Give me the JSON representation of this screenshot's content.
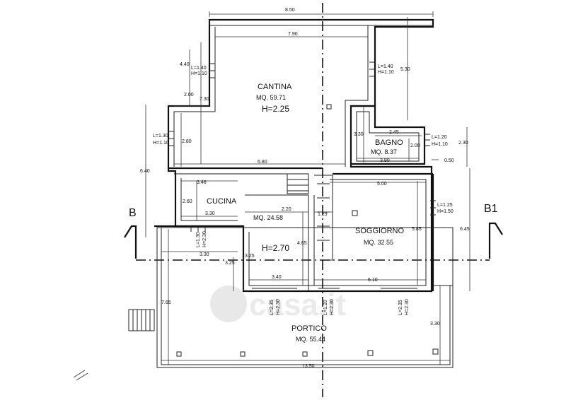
{
  "rooms": {
    "cantina": {
      "name": "CANTINA",
      "area": "MQ. 59.71",
      "height": "H=2.25"
    },
    "bagno": {
      "name": "BAGNO",
      "area": "MQ. 8.37"
    },
    "cucina": {
      "name": "CUCINA",
      "area": "MQ. 24.58",
      "height": "H=2.70"
    },
    "soggiorno": {
      "name": "SOGGIORNO",
      "area": "MQ. 32.55"
    },
    "portico": {
      "name": "PORTICO",
      "area": "MQ. 55.44"
    }
  },
  "section_marks": {
    "left": "B",
    "right": "B1"
  },
  "dimensions": {
    "top_width": "8.50",
    "cantina_width": "7.90",
    "left_4_40": "4.40",
    "right_5_30": "5.30",
    "left_2_00": "2.00",
    "cantina_depth": "7.30",
    "left_2_80": "2.80",
    "left_6_40": "6.40",
    "cantina_bottom": "6.80",
    "bagno_2_45": "2.45",
    "bagno_3_30": "3.30",
    "bagno_2_00": "2.00",
    "bagno_3_80": "3.80",
    "right_0_50": "0.50",
    "right_2_30": "2.30",
    "cucina_3_46": "3.46",
    "cucina_2_60": "2.60",
    "cucina_3_30": "3.30",
    "cucina_2_20": "2.20",
    "stair_1_29": "1.29",
    "soggiorno_5_00": "5.00",
    "soggiorno_5_85": "5.85",
    "right_6_45": "6.45",
    "left_3_30": "3.30",
    "left_3_25a": "3.25",
    "left_3_25b": "3.25",
    "mid_4_65": "4.65",
    "bottom_3_40": "3.40",
    "bottom_6_10": "6.10",
    "left_7_65": "7.65",
    "right_3_30": "3.30",
    "portico_13_50": "13.50"
  },
  "windows": {
    "w1": {
      "l": "L=1.40",
      "h": "H=1.10"
    },
    "w2": {
      "l": "L=1.40",
      "h": "H=1.10"
    },
    "w3": {
      "l": "L=1.30",
      "h": "H=1.10"
    },
    "w4": {
      "l": "L=1.20",
      "h": "H=1.10"
    },
    "w5": {
      "l": "L=1.25",
      "h": "H=1.50"
    },
    "w6": {
      "l": "L=1.30",
      "h": "H=2.30"
    },
    "w7": {
      "l": "L=2.35",
      "h": "H=2.30"
    },
    "w8": {
      "l": "L=1.20",
      "h": "H=2.30"
    },
    "w9": {
      "l": "L=2.35",
      "h": "H=2.30"
    }
  },
  "watermark": "casa.it"
}
